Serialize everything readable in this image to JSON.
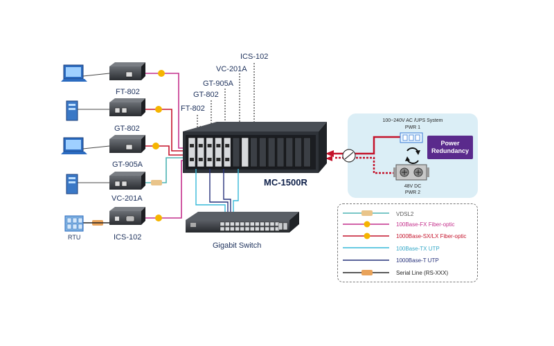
{
  "devices": [
    {
      "label": "FT-802",
      "chip": "100"
    },
    {
      "label": "GT-802",
      "chip": "1000"
    },
    {
      "label": "GT-905A",
      "chip": "1000"
    },
    {
      "label": "VC-201A",
      "chip": "VDSL2"
    },
    {
      "label": "ICS-102",
      "chip": "100"
    }
  ],
  "rtu_label": "RTU",
  "rtu_chip": "RS-XXX",
  "slot_labels": [
    "FT-802",
    "GT-802",
    "GT-905A",
    "VC-201A",
    "ICS-102"
  ],
  "chassis_label": "MC-1500R",
  "switch_label": "Gigabit Switch",
  "power": {
    "ac_label": "100~240V AC /UPS System",
    "pwr1_label": "PWR 1",
    "dc_label": "48V DC",
    "pwr2_label": "PWR 2",
    "redundancy_label": "Power Redundancy"
  },
  "legend": [
    {
      "text": "VDSL2",
      "color": "#4bb3b3",
      "chip": "VDSL2",
      "chip_color": "#e9c48a",
      "text_color": "#5a5a5a"
    },
    {
      "text": "100Base-FX Fiber-optic",
      "color": "#c42f8b",
      "chip": "100",
      "chip_color": "#f5b400",
      "text_color": "#c42f8b"
    },
    {
      "text": "1000Base-SX/LX Fiber-optic",
      "color": "#c4122a",
      "chip": "1000",
      "chip_color": "#f5b400",
      "text_color": "#c4122a"
    },
    {
      "text": "100Base-TX UTP",
      "color": "#35b8d8",
      "chip": "",
      "chip_color": "",
      "text_color": "#35a8c8"
    },
    {
      "text": "1000Base-T UTP",
      "color": "#25307a",
      "chip": "",
      "chip_color": "",
      "text_color": "#25307a"
    },
    {
      "text": "Serial Line (RS-XXX)",
      "color": "#222222",
      "chip": "RS-XXX",
      "chip_color": "#e9a35a",
      "text_color": "#222222"
    }
  ],
  "colors": {
    "vdsl2": "#4bb3b3",
    "fx_fiber": "#c42f8b",
    "sx_lx_fiber": "#c4122a",
    "tx_utp": "#35b8d8",
    "t_utp": "#25307a",
    "serial": "#222222",
    "power_panel": "#dbeef6",
    "redundancy": "#5a2a8c"
  }
}
